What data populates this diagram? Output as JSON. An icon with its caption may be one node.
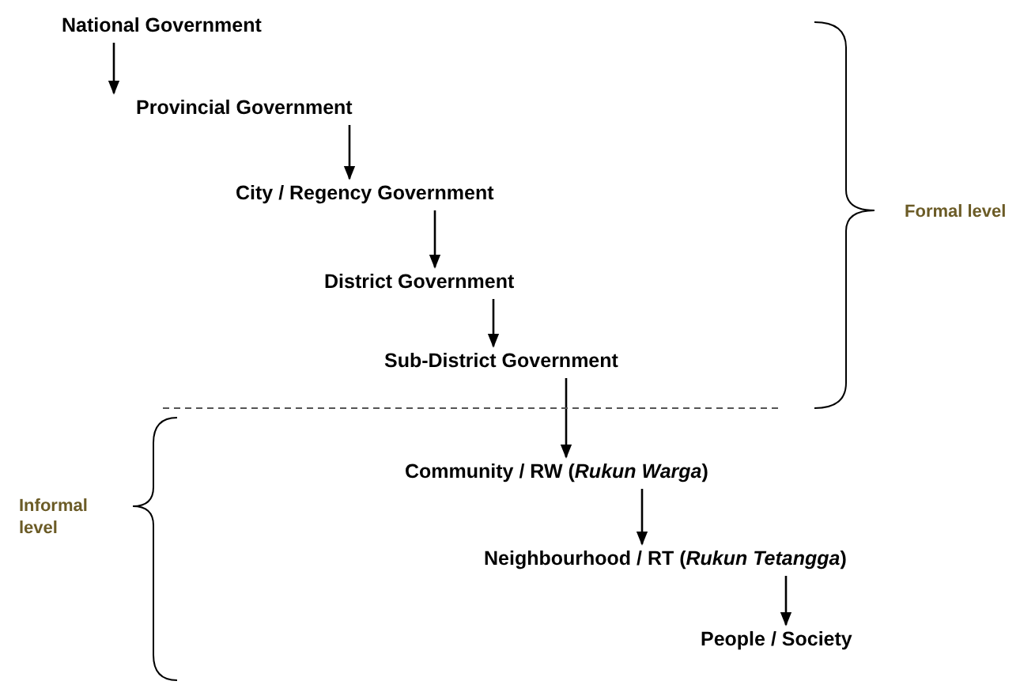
{
  "diagram": {
    "nodes": [
      {
        "text": [
          "National Government"
        ]
      },
      {
        "text": [
          "Provincial Government"
        ]
      },
      {
        "text": [
          "City / Regency Government"
        ]
      },
      {
        "text": [
          "District Government"
        ]
      },
      {
        "text": [
          "Sub-District Government"
        ]
      },
      {
        "text": [
          "Community / RW (*Rukun Warga*)"
        ]
      },
      {
        "text": [
          "Neighbourhood / RT (*Rukun Tetangga*)"
        ]
      },
      {
        "text": [
          "People / Society"
        ]
      }
    ],
    "edges": [
      {
        "from": 0,
        "to": 1,
        "arrow": "to"
      },
      {
        "from": 1,
        "to": 2,
        "arrow": "to"
      },
      {
        "from": 2,
        "to": 3,
        "arrow": "to"
      },
      {
        "from": 3,
        "to": 4,
        "arrow": "to"
      },
      {
        "from": 4,
        "to": 5,
        "arrow": "to"
      },
      {
        "from": 5,
        "to": 6,
        "arrow": "to"
      },
      {
        "from": 6,
        "to": 7,
        "arrow": "to"
      }
    ],
    "labels": [
      "Formal level",
      "Informal level"
    ]
  }
}
